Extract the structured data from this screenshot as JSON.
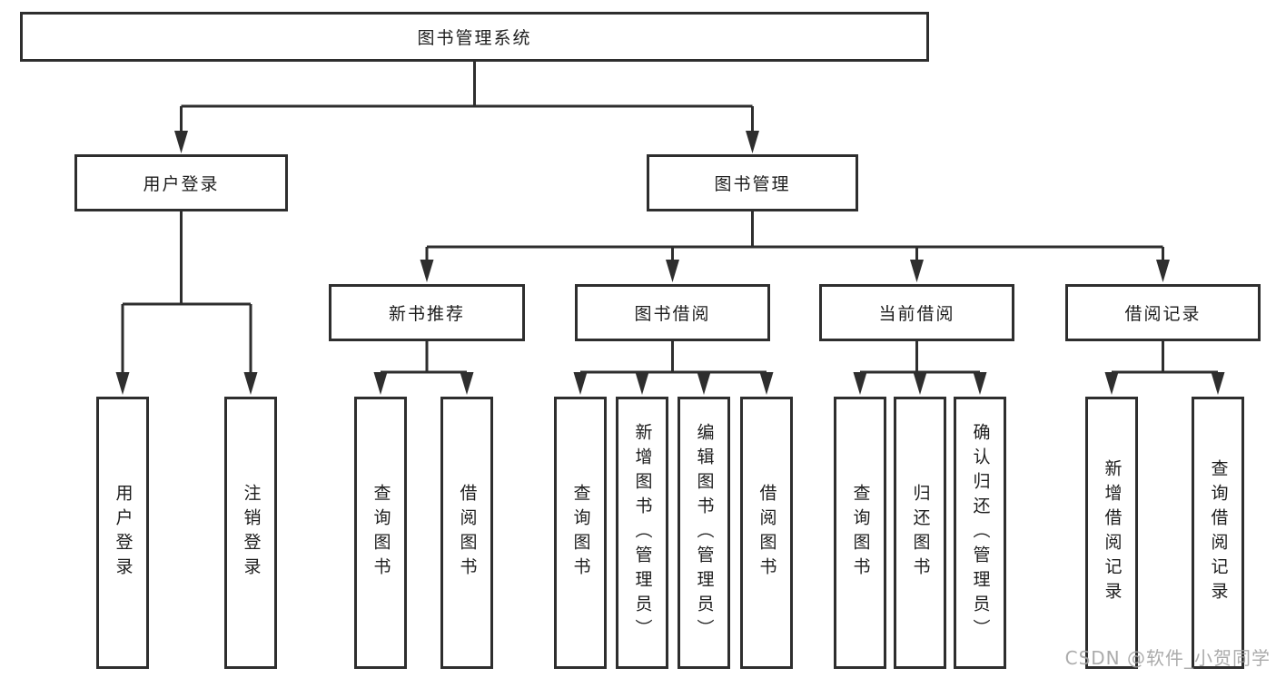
{
  "diagram": {
    "root": "图书管理系统",
    "level2": [
      {
        "label": "用户登录",
        "children": [
          "用户登录",
          "注销登录"
        ]
      },
      {
        "label": "图书管理"
      }
    ],
    "level3": [
      {
        "label": "新书推荐",
        "children": [
          "查询图书",
          "借阅图书"
        ]
      },
      {
        "label": "图书借阅",
        "children": [
          "查询图书",
          "新增图书（管理员）",
          "编辑图书（管理员）",
          "借阅图书"
        ]
      },
      {
        "label": "当前借阅",
        "children": [
          "查询图书",
          "归还图书",
          "确认归还（管理员）"
        ]
      },
      {
        "label": "借阅记录",
        "children": [
          "新增借阅记录",
          "查询借阅记录"
        ]
      }
    ],
    "line_color": "#2e2e2e"
  },
  "watermark": {
    "text": "CSDN @软件_小贺同学",
    "color": "#a3a3a3"
  }
}
